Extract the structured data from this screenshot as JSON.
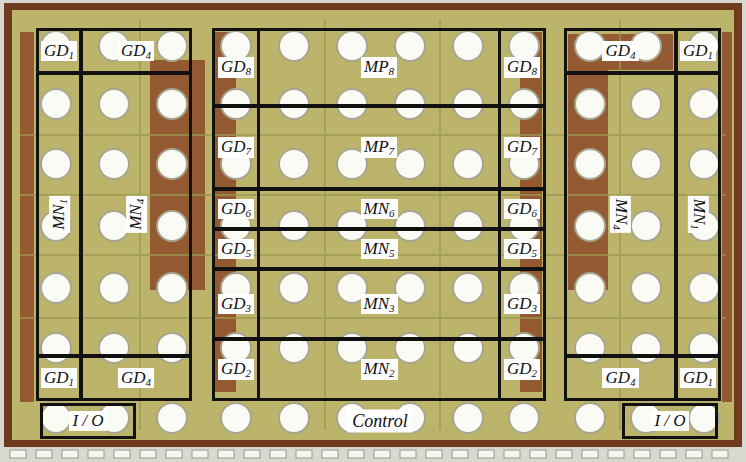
{
  "diagram": {
    "nodes": [
      {
        "text": [
          "GD1"
        ]
      },
      {
        "text": [
          "GD4"
        ]
      },
      {
        "text": [
          "MP8"
        ]
      },
      {
        "text": [
          "GD8"
        ],
        "in": 2
      },
      {
        "text": [
          "GD8"
        ],
        "in": 2
      },
      {
        "text": [
          "GD4"
        ]
      },
      {
        "text": [
          "GD1"
        ]
      },
      {
        "text": [
          "MN1"
        ]
      },
      {
        "text": [
          "MN4"
        ]
      },
      {
        "text": [
          "MP7"
        ]
      },
      {
        "text": [
          "GD7"
        ],
        "in": 9
      },
      {
        "text": [
          "GD7"
        ],
        "in": 9
      },
      {
        "text": [
          "MN4"
        ]
      },
      {
        "text": [
          "MN1"
        ]
      },
      {
        "text": [
          "MN6"
        ]
      },
      {
        "text": [
          "GD6"
        ],
        "in": 14
      },
      {
        "text": [
          "GD6"
        ],
        "in": 14
      },
      {
        "text": [
          "MN5"
        ]
      },
      {
        "text": [
          "GD5"
        ],
        "in": 17
      },
      {
        "text": [
          "GD5"
        ],
        "in": 17
      },
      {
        "text": [
          "MN3"
        ]
      },
      {
        "text": [
          "GD3"
        ],
        "in": 20
      },
      {
        "text": [
          "GD3"
        ],
        "in": 20
      },
      {
        "text": [
          "GD1"
        ]
      },
      {
        "text": [
          "GD4"
        ]
      },
      {
        "text": [
          "MN2"
        ]
      },
      {
        "text": [
          "GD2"
        ],
        "in": 25
      },
      {
        "text": [
          "GD2"
        ],
        "in": 25
      },
      {
        "text": [
          "GD4"
        ]
      },
      {
        "text": [
          "GD1"
        ]
      },
      {
        "text": [
          "I / O"
        ]
      },
      {
        "text": [
          "I / O"
        ]
      }
    ],
    "labels": [
      "Control"
    ]
  }
}
